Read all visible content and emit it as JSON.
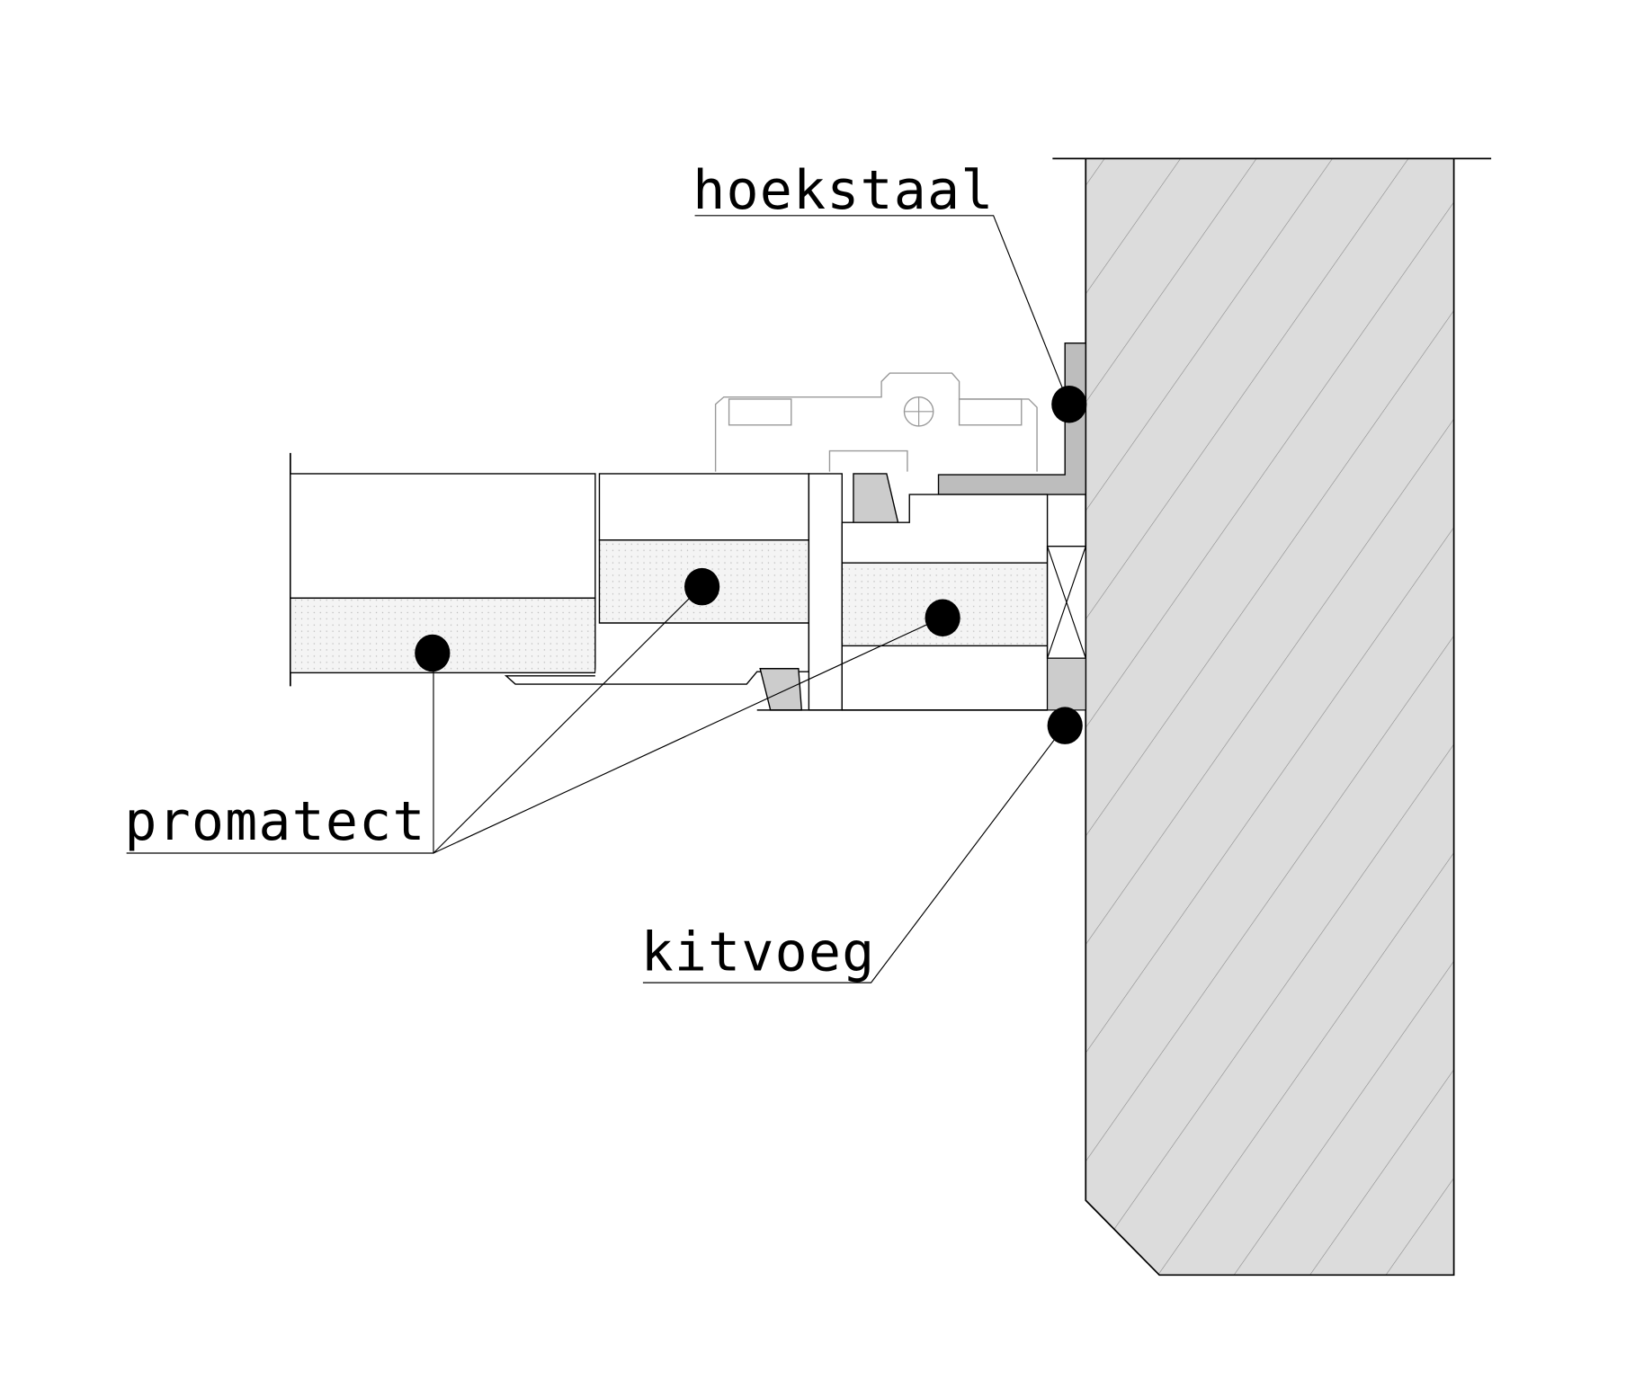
{
  "labels": {
    "top": "hoekstaal",
    "left": "promatect",
    "bottom": "kitvoeg"
  },
  "colors": {
    "wall": "#dcdcdc",
    "steel": "#bdbdbd",
    "line": "#000000",
    "marker": "#000000"
  }
}
